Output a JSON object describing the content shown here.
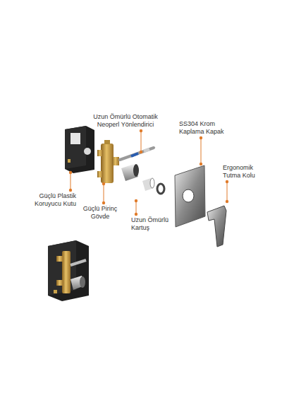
{
  "diagram": {
    "labels": [
      "Uzun Ömürlü Otomatik Neoperl Yönlendirici",
      "SS304 Krom Kaplama Kapak",
      "Ergonomik Tutma Kolu",
      "Güçlü Plastik Koruyucu Kutu",
      "Güçlü Pirinç Gövde",
      "Uzun Ömürlü Kartuş"
    ]
  }
}
